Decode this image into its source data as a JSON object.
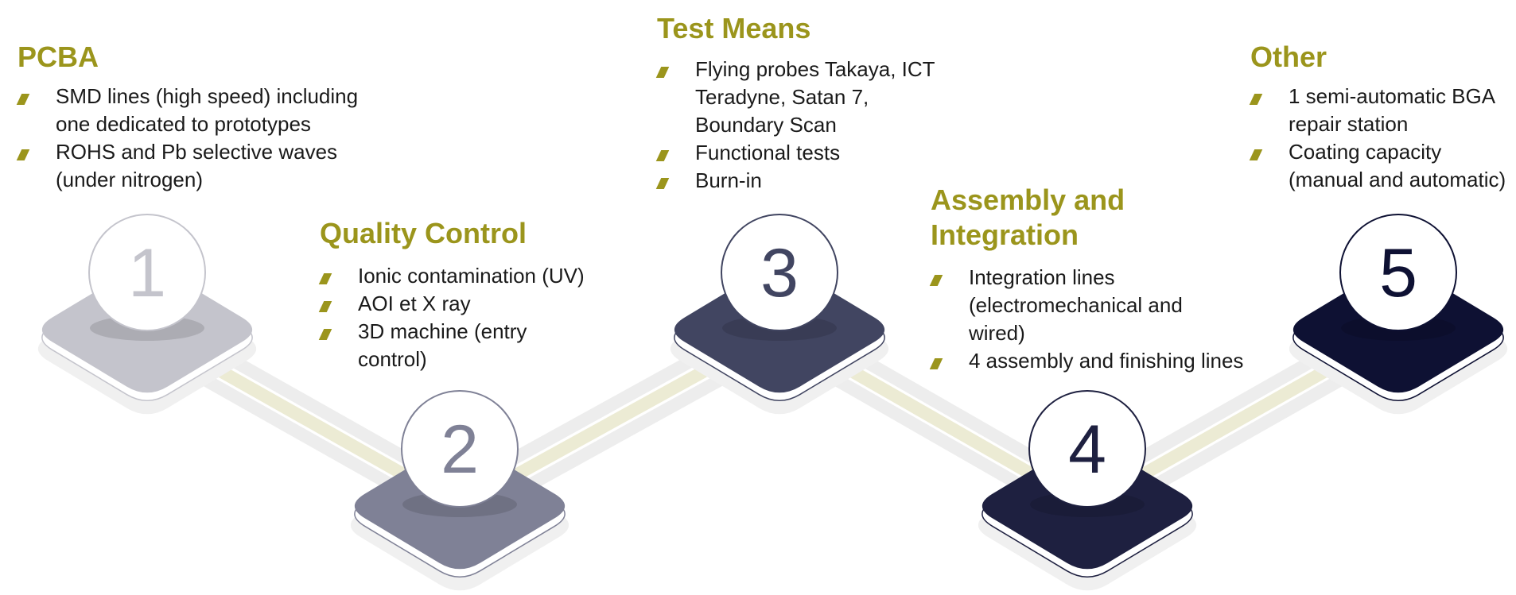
{
  "steps": [
    {
      "number": "1",
      "title": "PCBA",
      "items": [
        "SMD lines (high speed) including one dedicated to prototypes",
        "ROHS and Pb selective waves (under nitrogen)"
      ]
    },
    {
      "number": "2",
      "title": "Quality Control",
      "items": [
        "Ionic contamination (UV)",
        "AOI et X ray",
        "3D machine (entry control)"
      ]
    },
    {
      "number": "3",
      "title": "Test Means",
      "items": [
        "Flying probes Takaya, ICT Teradyne, Satan 7, Boundary Scan",
        "Functional tests",
        "Burn-in"
      ]
    },
    {
      "number": "4",
      "title": "Assembly and Integration",
      "items": [
        "Integration lines (electromechanical and wired)",
        "4 assembly and finishing lines"
      ]
    },
    {
      "number": "5",
      "title": "Other",
      "items": [
        "1 semi-automatic BGA repair station",
        "Coating capacity (manual and automatic)"
      ]
    }
  ],
  "colors": {
    "heading": "#9b951c",
    "bullet": "#9b951c",
    "connector": "#ecebd4",
    "connector_shadow": "#ededed",
    "step_tiles": [
      "#c4c4cc",
      "#7f8196",
      "#414561",
      "#1e2040",
      "#0e1133"
    ],
    "step_numbers": [
      "#c4c4cc",
      "#7f8196",
      "#414561",
      "#1e2040",
      "#0e1133"
    ]
  }
}
